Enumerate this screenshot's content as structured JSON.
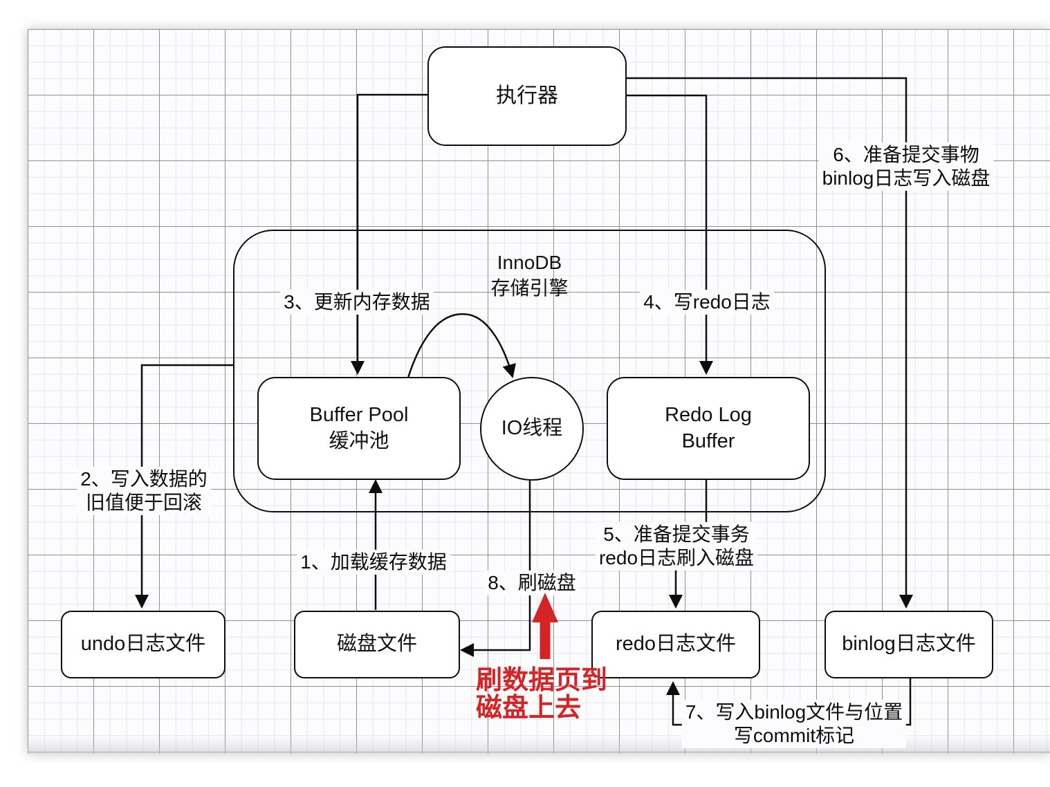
{
  "diagram": {
    "nodes": {
      "executor": {
        "label": "执行器"
      },
      "innodb": {
        "title_line1": "InnoDB",
        "title_line2": "存储引擎"
      },
      "buffer_pool": {
        "line1": "Buffer Pool",
        "line2": "缓冲池"
      },
      "io_thread": {
        "label": "IO线程"
      },
      "redo_log_buffer": {
        "line1": "Redo Log",
        "line2": "Buffer"
      },
      "undo_file": {
        "label": "undo日志文件"
      },
      "disk_file": {
        "label": "磁盘文件"
      },
      "redo_file": {
        "label": "redo日志文件"
      },
      "binlog_file": {
        "label": "binlog日志文件"
      }
    },
    "annotations": {
      "step1": {
        "label": "1、加载缓存数据"
      },
      "step2": {
        "line1": "2、写入数据的",
        "line2": "旧值便于回滚"
      },
      "step3": {
        "label": "3、更新内存数据"
      },
      "step4": {
        "label": "4、写redo日志"
      },
      "step5": {
        "line1": "5、准备提交事务",
        "line2": "redo日志刷入磁盘"
      },
      "step6": {
        "line1": "6、准备提交事物",
        "line2": "binlog日志写入磁盘"
      },
      "step7": {
        "line1": "7、写入binlog文件与位置",
        "line2": "写commit标记"
      },
      "step8": {
        "label": "8、刷磁盘"
      },
      "red_note": {
        "line1": "刷数据页到",
        "line2": "磁盘上去"
      }
    },
    "colors": {
      "line": "#0d0d0d",
      "red_accent": "#d32426",
      "grid_minor": "#e7e4ec",
      "grid_major": "#8f8d97",
      "node_fill": "#ffffff"
    }
  }
}
